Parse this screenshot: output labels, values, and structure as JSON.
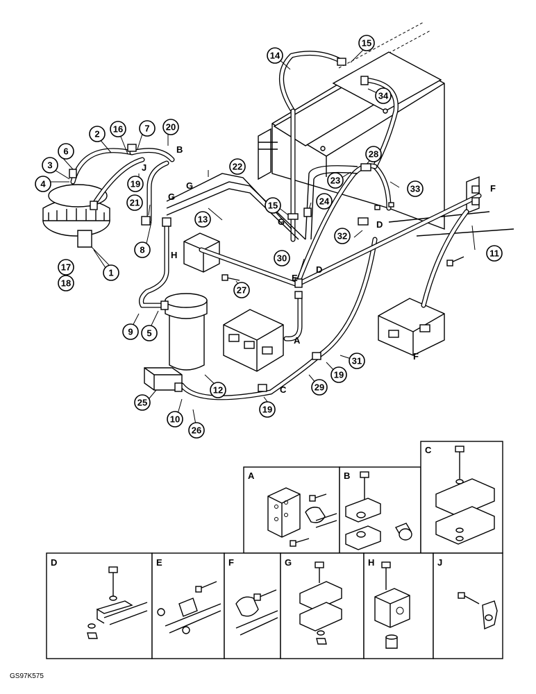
{
  "figure_code": "GS97K575",
  "callouts": [
    "1",
    "2",
    "3",
    "4",
    "5",
    "6",
    "7",
    "8",
    "9",
    "10",
    "11",
    "12",
    "13",
    "14",
    "15",
    "15",
    "16",
    "17",
    "18",
    "19",
    "19",
    "19",
    "20",
    "21",
    "22",
    "23",
    "24",
    "25",
    "26",
    "27",
    "28",
    "29",
    "30",
    "31",
    "32",
    "33",
    "34"
  ],
  "main_letters": [
    "B",
    "J",
    "G",
    "G",
    "G",
    "H",
    "E",
    "D",
    "D",
    "A",
    "C",
    "F",
    "F"
  ],
  "detail_panels": [
    "A",
    "B",
    "C",
    "D",
    "E",
    "F",
    "G",
    "H",
    "J"
  ]
}
